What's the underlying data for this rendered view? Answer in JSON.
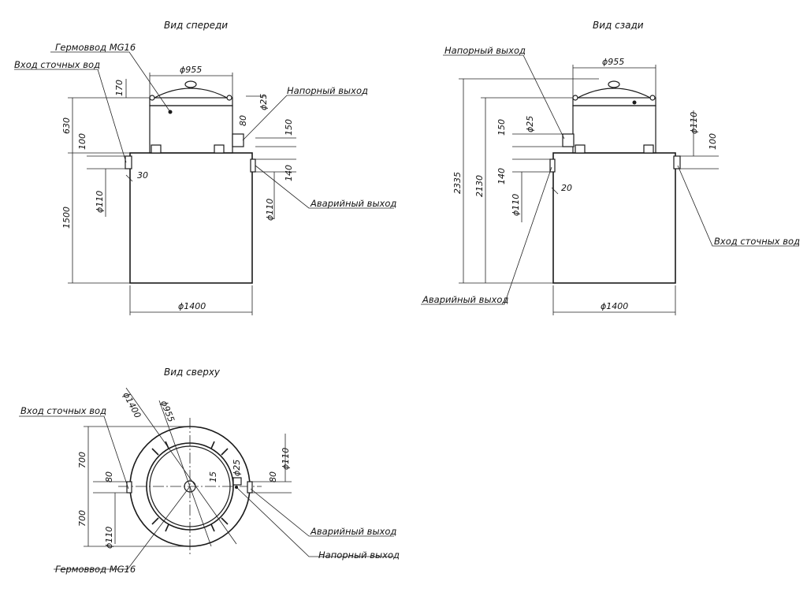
{
  "views": {
    "front_title": "Вид спереди",
    "back_title": "Вид сзади",
    "top_title": "Вид сверху"
  },
  "labels": {
    "hermetic_input": "Гермоввод MG16",
    "sewage_inlet": "Вход сточных вод",
    "pressure_outlet": "Напорный выход",
    "emergency_outlet": "Аварийный выход"
  },
  "dimensions": {
    "d955": "ϕ955",
    "d1400": "ϕ1400",
    "d110": "ϕ110",
    "d25": "ϕ25",
    "d1400_top": "ϕ1400",
    "d955_top": "ϕ955",
    "h630": "630",
    "h170": "170",
    "h100": "100",
    "h30": "30",
    "h1500": "1500",
    "h80": "80",
    "h150": "150",
    "h140": "140",
    "h2335": "2335",
    "h2130": "2130",
    "h20": "20",
    "h700a": "700",
    "h700b": "700",
    "h15": "15"
  }
}
